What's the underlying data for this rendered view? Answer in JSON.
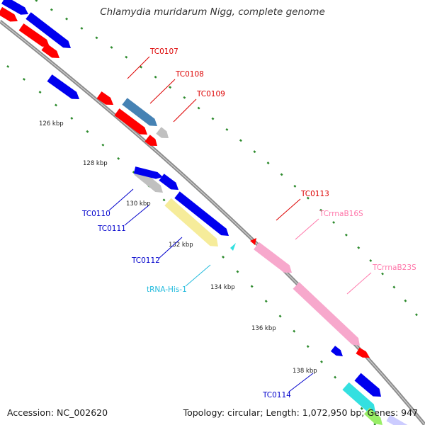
{
  "title": "Chlamydia muridarum Nigg, complete genome",
  "footer": {
    "accession": "Accession: NC_002620",
    "stats": "Topology: circular; Length: 1,072,950 bp; Genes: 947"
  },
  "colors": {
    "backbone": "#8c8c8c",
    "tick": "#2e8b2e",
    "red": "#ff0000",
    "blue": "#0000ee",
    "steelblue": "#4682b4",
    "gray": "#c0c0c0",
    "khaki": "#f6ec9a",
    "pink": "#f7a8cc",
    "cyan": "#33e0e0",
    "lightgreen": "#99ee66",
    "lavender": "#ccccff",
    "label_red": "#dd0000",
    "label_blue": "#0000cc",
    "label_pink": "#ff77aa",
    "label_cyan": "#22bbdd"
  },
  "scale_labels": [
    "126 kbp",
    "128 kbp",
    "130 kbp",
    "132 kbp",
    "134 kbp",
    "136 kbp",
    "138 kbp"
  ],
  "gene_labels": [
    {
      "text": "TC0107",
      "color": "label_red"
    },
    {
      "text": "TC0108",
      "color": "label_red"
    },
    {
      "text": "TC0109",
      "color": "label_red"
    },
    {
      "text": "TC0110",
      "color": "label_blue"
    },
    {
      "text": "TC0111",
      "color": "label_blue"
    },
    {
      "text": "TC0112",
      "color": "label_blue"
    },
    {
      "text": "TC0113",
      "color": "label_red"
    },
    {
      "text": "TCrrnaB16S",
      "color": "label_pink"
    },
    {
      "text": "TCrrnaB23S",
      "color": "label_pink"
    },
    {
      "text": "tRNA-His-1",
      "color": "label_cyan"
    },
    {
      "text": "TC0114",
      "color": "label_blue"
    }
  ]
}
